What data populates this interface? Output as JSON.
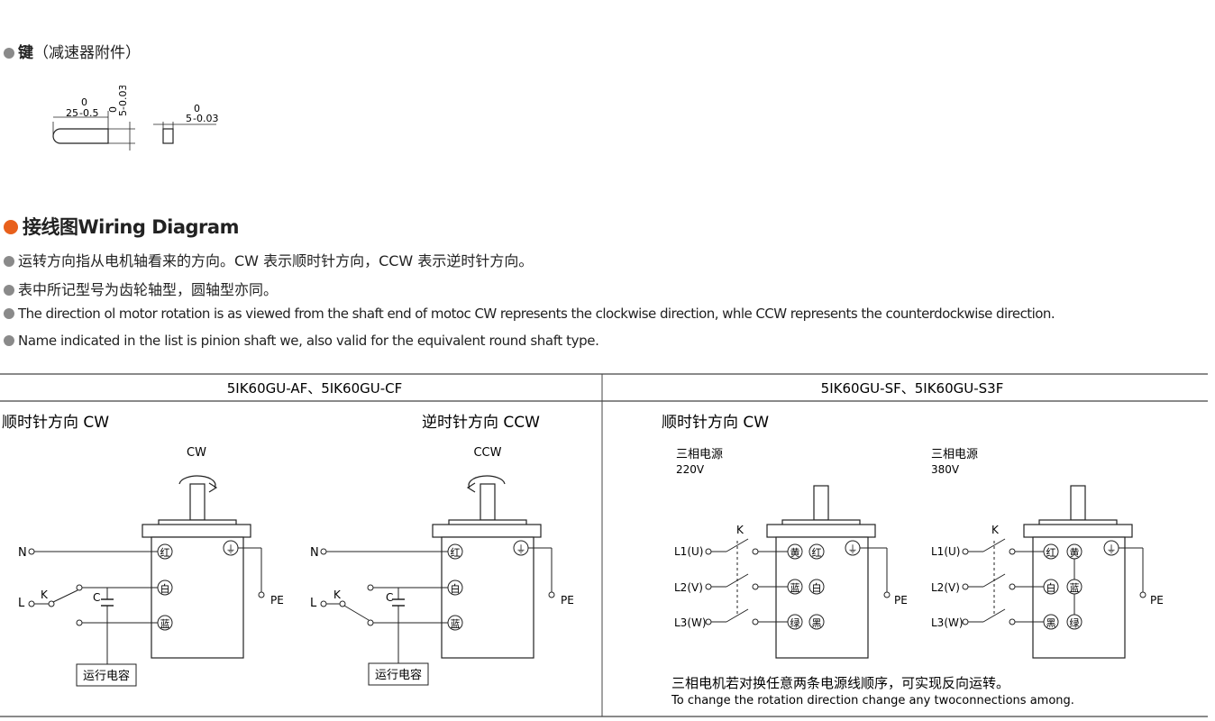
{
  "key_section": {
    "title_bold": "键",
    "title_rest": "（减速器附件）",
    "dims": {
      "length": "25",
      "length_tol": "-0.5",
      "length_tol_top": "0",
      "height": "5",
      "height_tol": "-0.03",
      "height_tol_top": "0",
      "width": "5",
      "width_tol": "-0.03",
      "width_tol_top": "0"
    }
  },
  "wiring": {
    "title_cn": "接线图",
    "title_en": "Wiring Diagram",
    "notes": [
      "运转方向指从电机轴看来的方向。CW 表示顺时针方向，CCW 表示逆时针方向。",
      "表中所记型号为齿轮轴型，圆轴型亦同。",
      "The direction ol motor rotation is as viewed from the shaft end of motoc CW represents the clockwise direction, whle CCW represents the counterdockwise direction.",
      "Name indicated in the list is pinion shaft we, also valid for the equivalent round shaft type."
    ]
  },
  "table": {
    "left_header": "5IK60GU-AF、5IK60GU-CF",
    "right_header": "5IK60GU-SF、5IK60GU-S3F",
    "cw_label": "顺时针方向 CW",
    "ccw_label": "逆时针方向 CCW",
    "right_cw_label": "顺时针方向 CW",
    "footer_cn": "三相电机若对换任意两条电源线顺序，可实现反向运转。",
    "footer_en": "To change the rotation direction change any twoconnections among."
  },
  "single_phase": {
    "cw": "CW",
    "ccw": "CCW",
    "n": "N",
    "l": "L",
    "k": "K",
    "c": "C",
    "pe": "PE",
    "cap_box": "运行电容",
    "wire_red": "红",
    "wire_white": "白",
    "wire_blue": "蓝",
    "ground": "⏚"
  },
  "three_phase": {
    "supply_220": "三相电源",
    "v220": "220V",
    "supply_380": "三相电源",
    "v380": "380V",
    "k": "K",
    "l1": "L1(U)",
    "l2": "L2(V)",
    "l3": "L3(W)",
    "pe": "PE",
    "a": {
      "r1a": "黄",
      "r1b": "红",
      "r2a": "蓝",
      "r2b": "白",
      "r3a": "绿",
      "r3b": "黑"
    },
    "b": {
      "r1a": "红",
      "r1b": "黄",
      "r2a": "白",
      "r2b": "蓝",
      "r3a": "黑",
      "r3b": "绿"
    },
    "ground": "⏚"
  }
}
